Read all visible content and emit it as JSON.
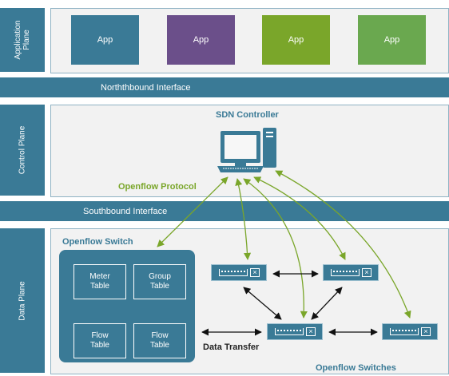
{
  "planes": {
    "application": "Application Plane",
    "control": "Control Plane",
    "data": "Data Plane"
  },
  "apps": [
    {
      "label": "App",
      "color": "#3a7a96"
    },
    {
      "label": "App",
      "color": "#6b4f8a"
    },
    {
      "label": "App",
      "color": "#7aa62a"
    },
    {
      "label": "App",
      "color": "#6aa84f"
    }
  ],
  "northbound": "Norththbound Interface",
  "southbound": "Southbound Interface",
  "controller": {
    "title": "SDN Controller",
    "protocol": "Openflow Protocol"
  },
  "openflow_switch": {
    "title": "Openflow Switch",
    "tables": [
      {
        "line1": "Meter",
        "line2": "Table"
      },
      {
        "line1": "Group",
        "line2": "Table"
      },
      {
        "line1": "Flow",
        "line2": "Table"
      },
      {
        "line1": "Flow",
        "line2": "Table"
      }
    ]
  },
  "data_transfer": "Data Transfer",
  "switches_label": "Openflow Switches",
  "colors": {
    "primary": "#3a7a96",
    "accent": "#7aa62a",
    "dark": "#222222"
  }
}
